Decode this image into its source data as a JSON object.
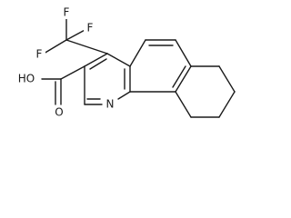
{
  "molecule": {
    "labels": {
      "f_top": "F",
      "f_left": "F",
      "f_right": "F",
      "oh": "HO",
      "o": "O",
      "n": "N"
    },
    "colors": {
      "bond": "#1a1a1a",
      "label": "#1a1a1a",
      "background": "#ffffff"
    }
  }
}
